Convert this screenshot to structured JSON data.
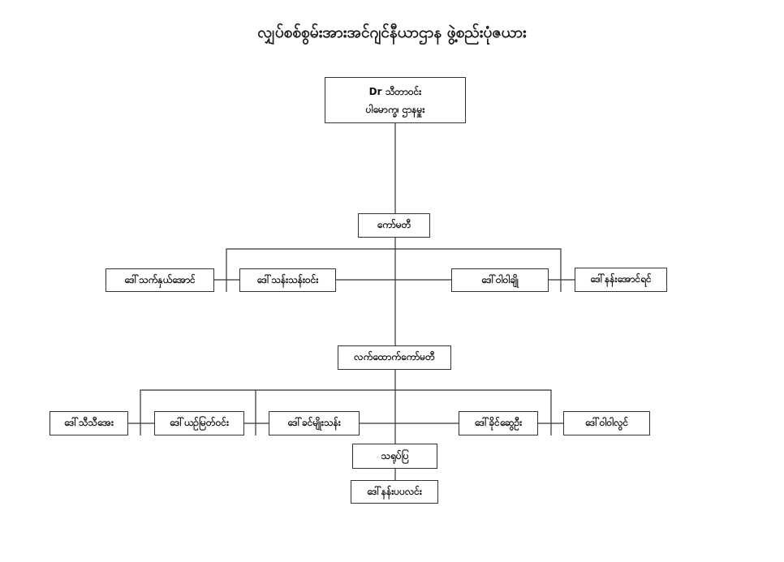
{
  "title": "လျှပ်စစ်စွမ်းအားအင်ဂျင်နီယာဌာန ဖွဲ့စည်းပုံဇယား",
  "head": {
    "name": "Dr သီတာဝင်း",
    "role": "ပါမောက္ခ၊ ဌာနမှူး"
  },
  "committee_label": "ကော်မတီ",
  "committee_members": [
    "ဒေါ်သက်နှယ်အောင်",
    "ဒေါ်သန်းသန်းဝင်း",
    "ဒေါ်ဝါဝါချို",
    "ဒေါ်နန်းအောင်ရင်"
  ],
  "subcommittee_label": "လက်ထောက်ကော်မတီ",
  "subcommittee_members": [
    "ဒေါ်သီသီအေး",
    "ဒေါ်ယဉ်မြတ်ဝင်း",
    "ဒေါ်ခင်မျိုးသန်း",
    "ဒေါ်ခိုင်ဆွေဦး",
    "ဒေါ်ဝါဝါလွင်"
  ],
  "secretary_label": "သရုပ်ပြ",
  "secretary_name": "ဒေါ်နန်းပပလင်း"
}
